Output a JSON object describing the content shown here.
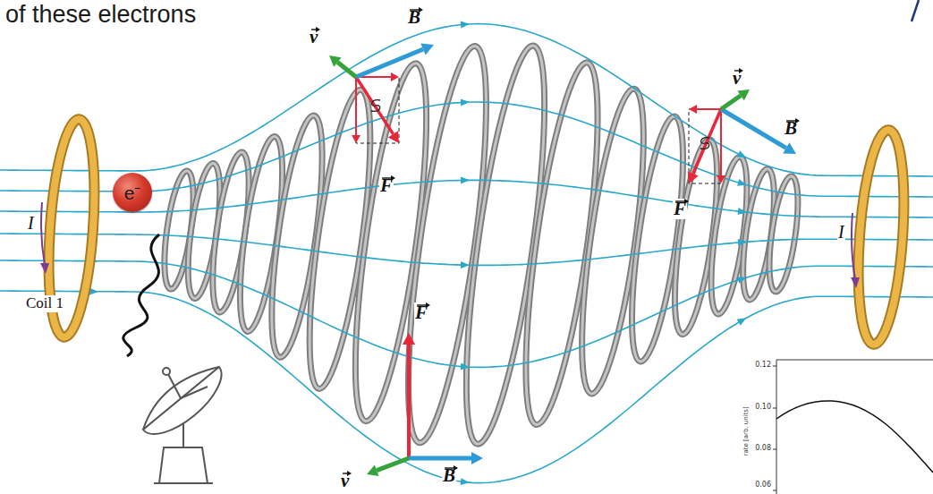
{
  "diagram": {
    "nodes": [
      {
        "text": [
          "e⁻"
        ]
      }
    ],
    "labels": [
      "of these electrons",
      "B",
      "v",
      "F",
      "v",
      "B",
      "F",
      "I",
      "I",
      "Coil 1",
      "F",
      "v",
      "B",
      "0.12",
      "0.10",
      "0.08",
      "0.06",
      "rate [arb. units]"
    ]
  }
}
